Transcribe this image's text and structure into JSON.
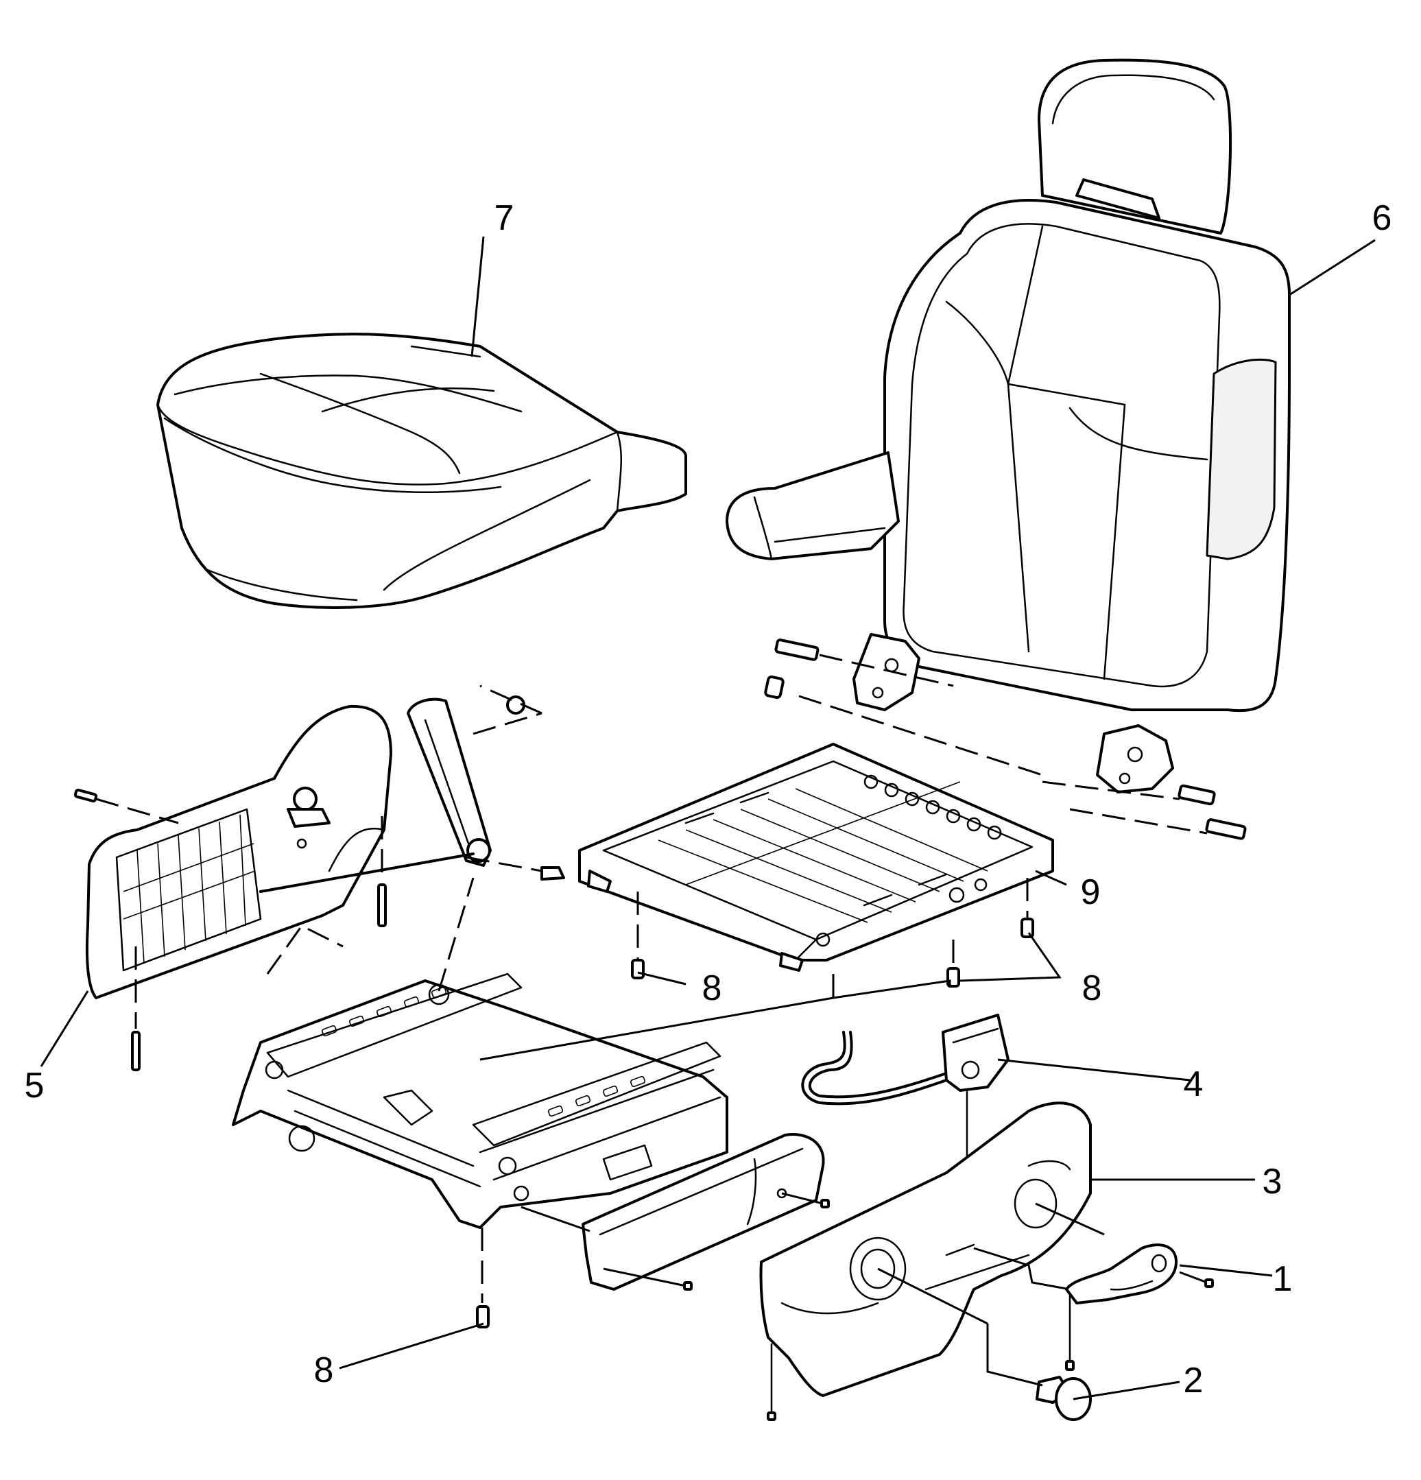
{
  "diagram": {
    "type": "exploded-parts-view",
    "subject": "seat assembly",
    "callouts": [
      {
        "id": "callout-1",
        "label": "1"
      },
      {
        "id": "callout-2",
        "label": "2"
      },
      {
        "id": "callout-3",
        "label": "3"
      },
      {
        "id": "callout-4",
        "label": "4"
      },
      {
        "id": "callout-5",
        "label": "5"
      },
      {
        "id": "callout-6",
        "label": "6"
      },
      {
        "id": "callout-7",
        "label": "7"
      },
      {
        "id": "callout-8a",
        "label": "8"
      },
      {
        "id": "callout-8b",
        "label": "8"
      },
      {
        "id": "callout-8c",
        "label": "8"
      },
      {
        "id": "callout-9",
        "label": "9"
      }
    ]
  }
}
